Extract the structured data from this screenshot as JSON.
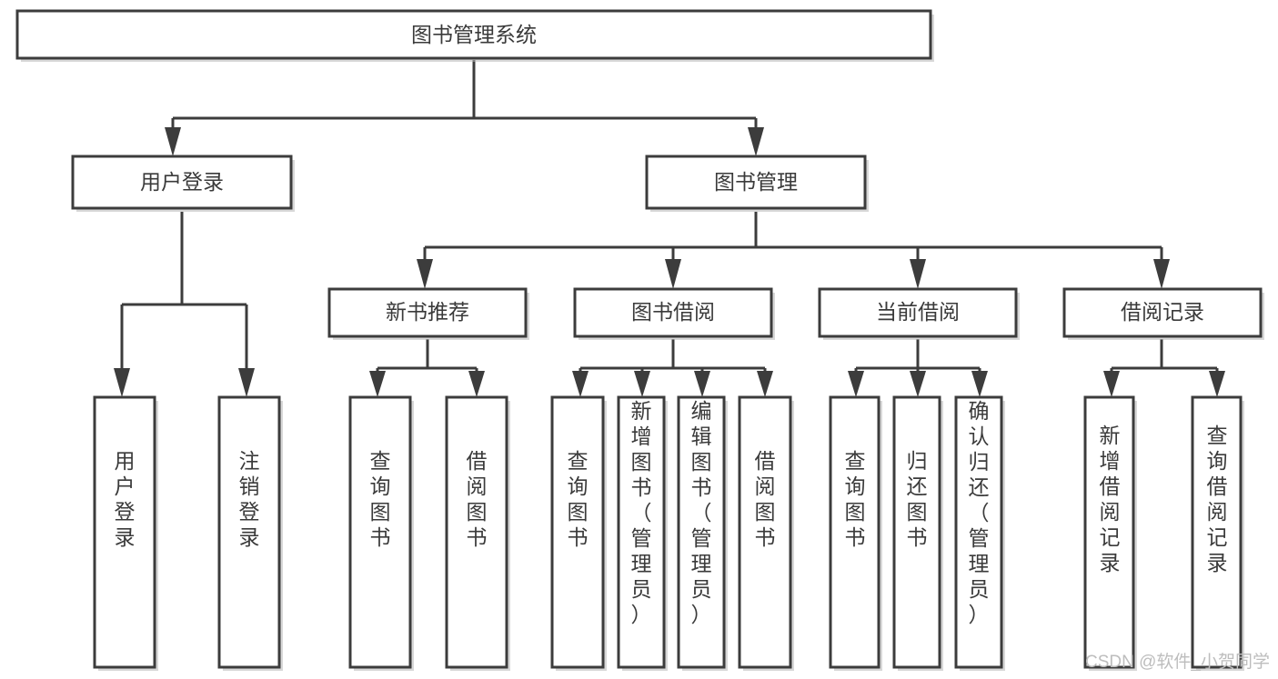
{
  "diagram": {
    "title": "图书管理系统",
    "type": "hierarchy-tree",
    "root": {
      "id": "root",
      "label": "图书管理系统",
      "orientation": "horizontal"
    },
    "level2": [
      {
        "id": "user-login",
        "label": "用户登录",
        "orientation": "horizontal"
      },
      {
        "id": "book-management",
        "label": "图书管理",
        "orientation": "horizontal"
      }
    ],
    "level3": [
      {
        "id": "new-book-recommend",
        "label": "新书推荐",
        "orientation": "horizontal",
        "parent": "book-management"
      },
      {
        "id": "book-borrow",
        "label": "图书借阅",
        "orientation": "horizontal",
        "parent": "book-management"
      },
      {
        "id": "current-borrow",
        "label": "当前借阅",
        "orientation": "horizontal",
        "parent": "book-management"
      },
      {
        "id": "borrow-record",
        "label": "借阅记录",
        "orientation": "horizontal",
        "parent": "book-management"
      }
    ],
    "leaves": [
      {
        "id": "leaf-user-login",
        "label": "用户登录",
        "orientation": "vertical",
        "parent": "user-login"
      },
      {
        "id": "leaf-user-logout",
        "label": "注销登录",
        "orientation": "vertical",
        "parent": "user-login"
      },
      {
        "id": "leaf-query-book-1",
        "label": "查询图书",
        "orientation": "vertical",
        "parent": "new-book-recommend"
      },
      {
        "id": "leaf-borrow-book-1",
        "label": "借阅图书",
        "orientation": "vertical",
        "parent": "new-book-recommend"
      },
      {
        "id": "leaf-query-book-2",
        "label": "查询图书",
        "orientation": "vertical",
        "parent": "book-borrow"
      },
      {
        "id": "leaf-add-book",
        "label": "新增图书（管理员）",
        "orientation": "vertical",
        "parent": "book-borrow"
      },
      {
        "id": "leaf-edit-book",
        "label": "编辑图书（管理员）",
        "orientation": "vertical",
        "parent": "book-borrow"
      },
      {
        "id": "leaf-borrow-book-2",
        "label": "借阅图书",
        "orientation": "vertical",
        "parent": "book-borrow"
      },
      {
        "id": "leaf-query-book-3",
        "label": "查询图书",
        "orientation": "vertical",
        "parent": "current-borrow"
      },
      {
        "id": "leaf-return-book",
        "label": "归还图书",
        "orientation": "vertical",
        "parent": "current-borrow"
      },
      {
        "id": "leaf-confirm-return",
        "label": "确认归还（管理员）",
        "orientation": "vertical",
        "parent": "current-borrow"
      },
      {
        "id": "leaf-add-record",
        "label": "新增借阅记录",
        "orientation": "vertical",
        "parent": "borrow-record"
      },
      {
        "id": "leaf-query-record",
        "label": "查询借阅记录",
        "orientation": "vertical",
        "parent": "borrow-record"
      }
    ],
    "watermark": "CSDN @软件_小贺同学",
    "colors": {
      "box_stroke": "#3c3c3c",
      "box_fill": "#ffffff",
      "text": "#3a3a3a",
      "background": "#ffffff",
      "watermark": "#bdbdbd"
    }
  }
}
